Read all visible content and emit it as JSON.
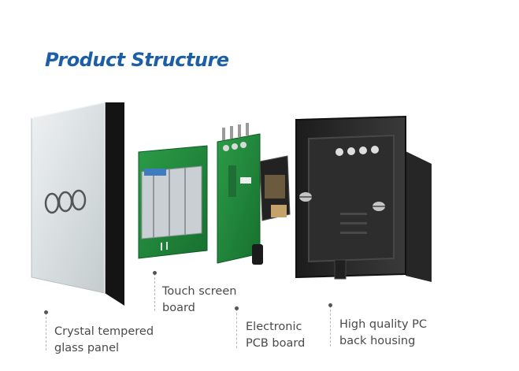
{
  "title": "Product Structure",
  "labels": {
    "touch_board": [
      "Touch screen",
      "board"
    ],
    "glass_panel": [
      "Crystal tempered",
      "glass panel"
    ],
    "pcb_board": [
      "Electronic",
      "PCB board"
    ],
    "back_housing": [
      "High quality PC",
      "back housing"
    ]
  }
}
